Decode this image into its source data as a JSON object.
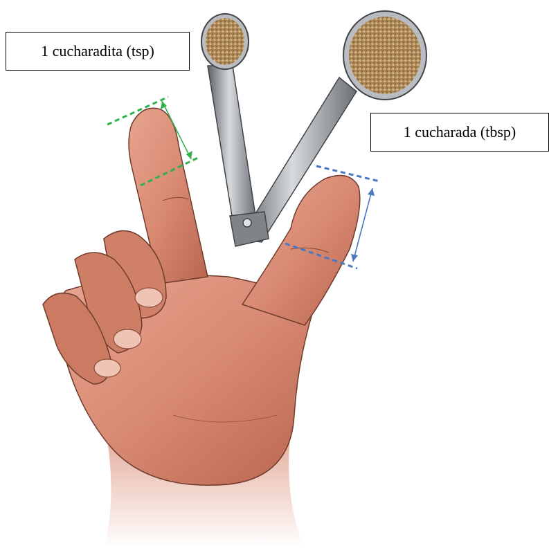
{
  "labels": {
    "teaspoon": "1 cucharadita (tsp)",
    "tablespoon": "1 cucharada (tbsp)"
  },
  "colors": {
    "teaspoon_measure": "#2fb24a",
    "tablespoon_measure": "#4a78c2",
    "skin": "#d98a73",
    "skin_shadow": "#a85a45",
    "metal": "#9a9ea3",
    "spice": "#c9a26c"
  },
  "icons": {
    "teaspoon_tool": "measuring-spoon-small-icon",
    "tablespoon_tool": "measuring-spoon-large-icon",
    "hand": "hand-illustration"
  }
}
